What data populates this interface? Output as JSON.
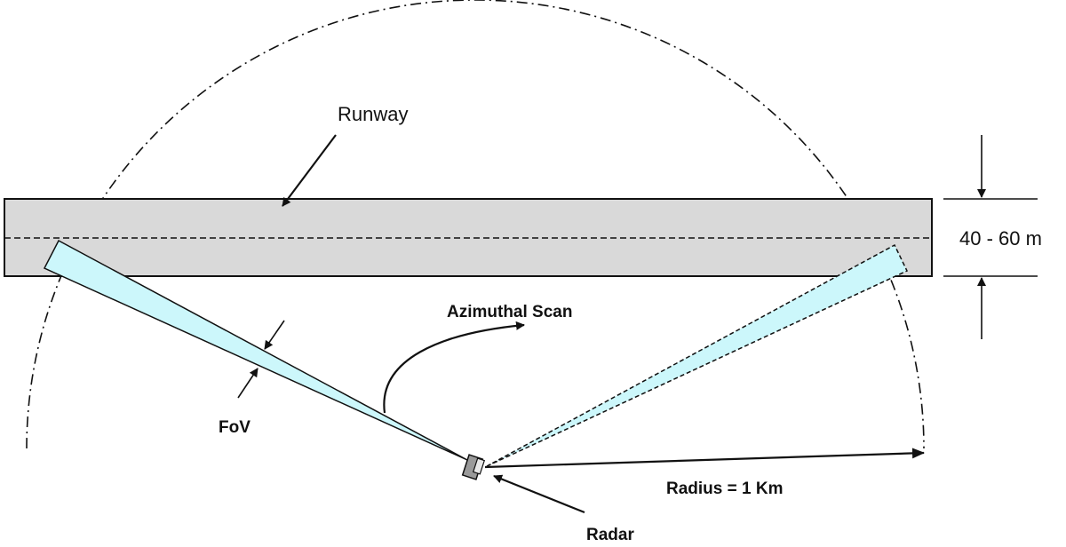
{
  "labels": {
    "runway": "Runway",
    "width": "40 - 60 m",
    "azimuthal_scan": "Azimuthal Scan",
    "fov": "FoV",
    "radius": "Radius = 1 Km",
    "radar": "Radar"
  },
  "colors": {
    "runway_fill": "#d9d9d9",
    "beam_fill": "#ccf7fb",
    "stroke": "#111111"
  }
}
